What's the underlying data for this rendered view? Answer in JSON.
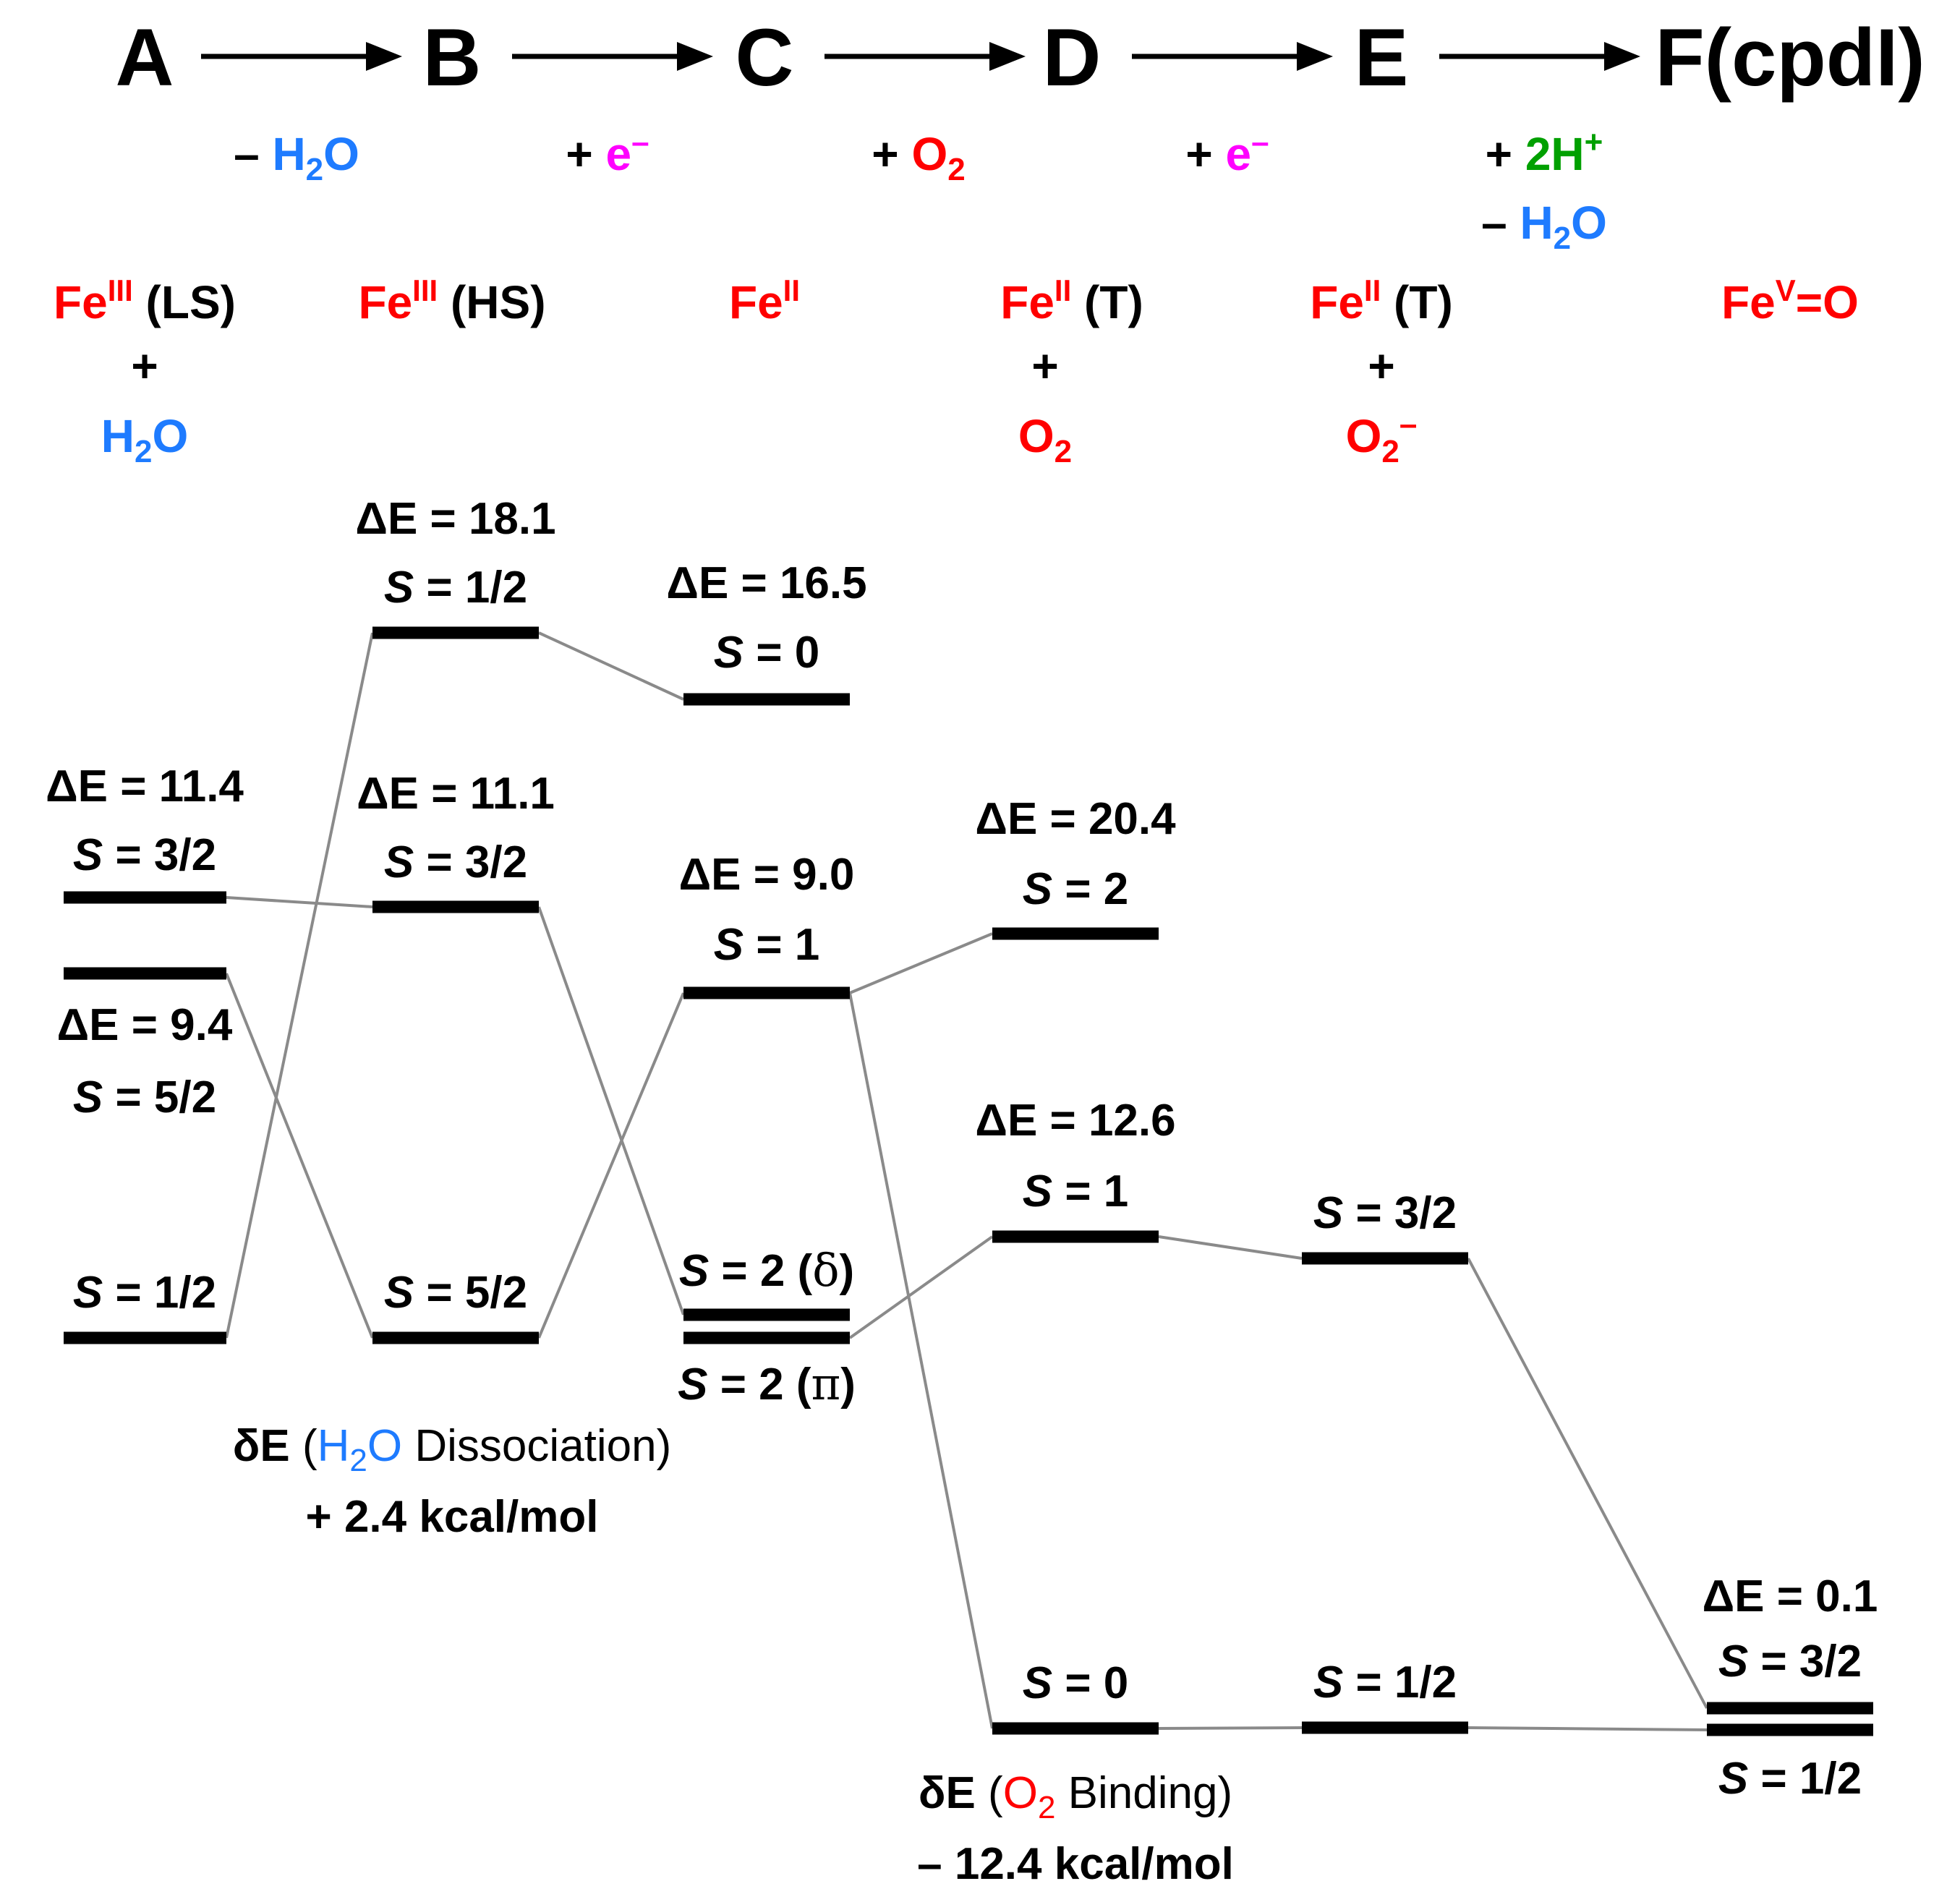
{
  "colors": {
    "iron": "#ff0000",
    "water": "#1e7bff",
    "electron": "#ff00ff",
    "oxygen": "#ff0000",
    "proton": "#00a000",
    "level": "#000000",
    "connector": "#8a8a8a"
  },
  "header": {
    "states": [
      "A",
      "B",
      "C",
      "D",
      "E",
      "F(cpdI)"
    ]
  },
  "steps": {
    "ab": {
      "sign": "–",
      "species": "H",
      "sub": "2",
      "tail": "O"
    },
    "bc": {
      "sign": "+",
      "species": "e",
      "sup": "–"
    },
    "cd": {
      "sign": "+",
      "species": "O",
      "sub": "2"
    },
    "de": {
      "sign": "+",
      "species": "e",
      "sup": "–"
    },
    "ef1": {
      "sign": "+",
      "species": "2H",
      "sup": "+"
    },
    "ef2": {
      "sign": "–",
      "species": "H",
      "sub": "2",
      "tail": "O"
    }
  },
  "species": {
    "a": {
      "fe": "Fe",
      "ox": "III",
      "tag": " (LS)",
      "plus": "+",
      "ligand": "H",
      "lsub": "2",
      "ltail": "O"
    },
    "b": {
      "fe": "Fe",
      "ox": "III",
      "tag": " (HS)"
    },
    "c": {
      "fe": "Fe",
      "ox": "II"
    },
    "d": {
      "fe": "Fe",
      "ox": "II",
      "tag": " (T)",
      "plus": "+",
      "ligand": "O",
      "lsub": "2"
    },
    "e": {
      "fe": "Fe",
      "ox": "II",
      "tag": " (T)",
      "plus": "+",
      "ligand": "O",
      "lsub": "2",
      "lsup": "–"
    },
    "f": {
      "fe": "Fe",
      "ox": "V",
      "tag": "=O"
    }
  },
  "levels": {
    "a_s12": {
      "s": "S",
      "eq": " = 1/2"
    },
    "a_s52": {
      "de": "ΔE = 9.4",
      "s": "S",
      "eq": " = 5/2"
    },
    "a_s32": {
      "de": "ΔE = 11.4",
      "s": "S",
      "eq": " = 3/2"
    },
    "b_s52": {
      "s": "S",
      "eq": " = 5/2"
    },
    "b_s32": {
      "de": "ΔE = 11.1",
      "s": "S",
      "eq": " = 3/2"
    },
    "b_s12": {
      "de": "ΔE = 18.1",
      "s": "S",
      "eq": " = 1/2"
    },
    "c_s2d": {
      "s": "S",
      "eq": " = 2 (",
      "greek": "δ",
      "close": ")"
    },
    "c_s2p": {
      "s": "S",
      "eq": " = 2 (",
      "greek": "π",
      "close": ")"
    },
    "c_s1": {
      "de": "ΔE = 9.0",
      "s": "S",
      "eq": " = 1"
    },
    "c_s0": {
      "de": "ΔE = 16.5",
      "s": "S",
      "eq": " = 0"
    },
    "d_s0": {
      "s": "S",
      "eq": " = 0"
    },
    "d_s1": {
      "de": "ΔE = 12.6",
      "s": "S",
      "eq": " = 1"
    },
    "d_s2": {
      "de": "ΔE = 20.4",
      "s": "S",
      "eq": " = 2"
    },
    "e_s12": {
      "s": "S",
      "eq": " = 1/2"
    },
    "e_s32": {
      "s": "S",
      "eq": " = 3/2"
    },
    "f_s32": {
      "de": "ΔE = 0.1",
      "s": "S",
      "eq": " = 3/2"
    },
    "f_s12": {
      "s": "S",
      "eq": " = 1/2"
    }
  },
  "notes": {
    "dissociation": {
      "head": "δE",
      "open": " (",
      "mol": "H",
      "sub": "2",
      "tail": "O",
      "rest": " Dissociation)",
      "value": "+ 2.4 kcal/mol"
    },
    "binding": {
      "head": "δE",
      "open": " (",
      "mol": "O",
      "sub": "2",
      "rest": " Binding)",
      "value": "– 12.4 kcal/mol"
    }
  }
}
